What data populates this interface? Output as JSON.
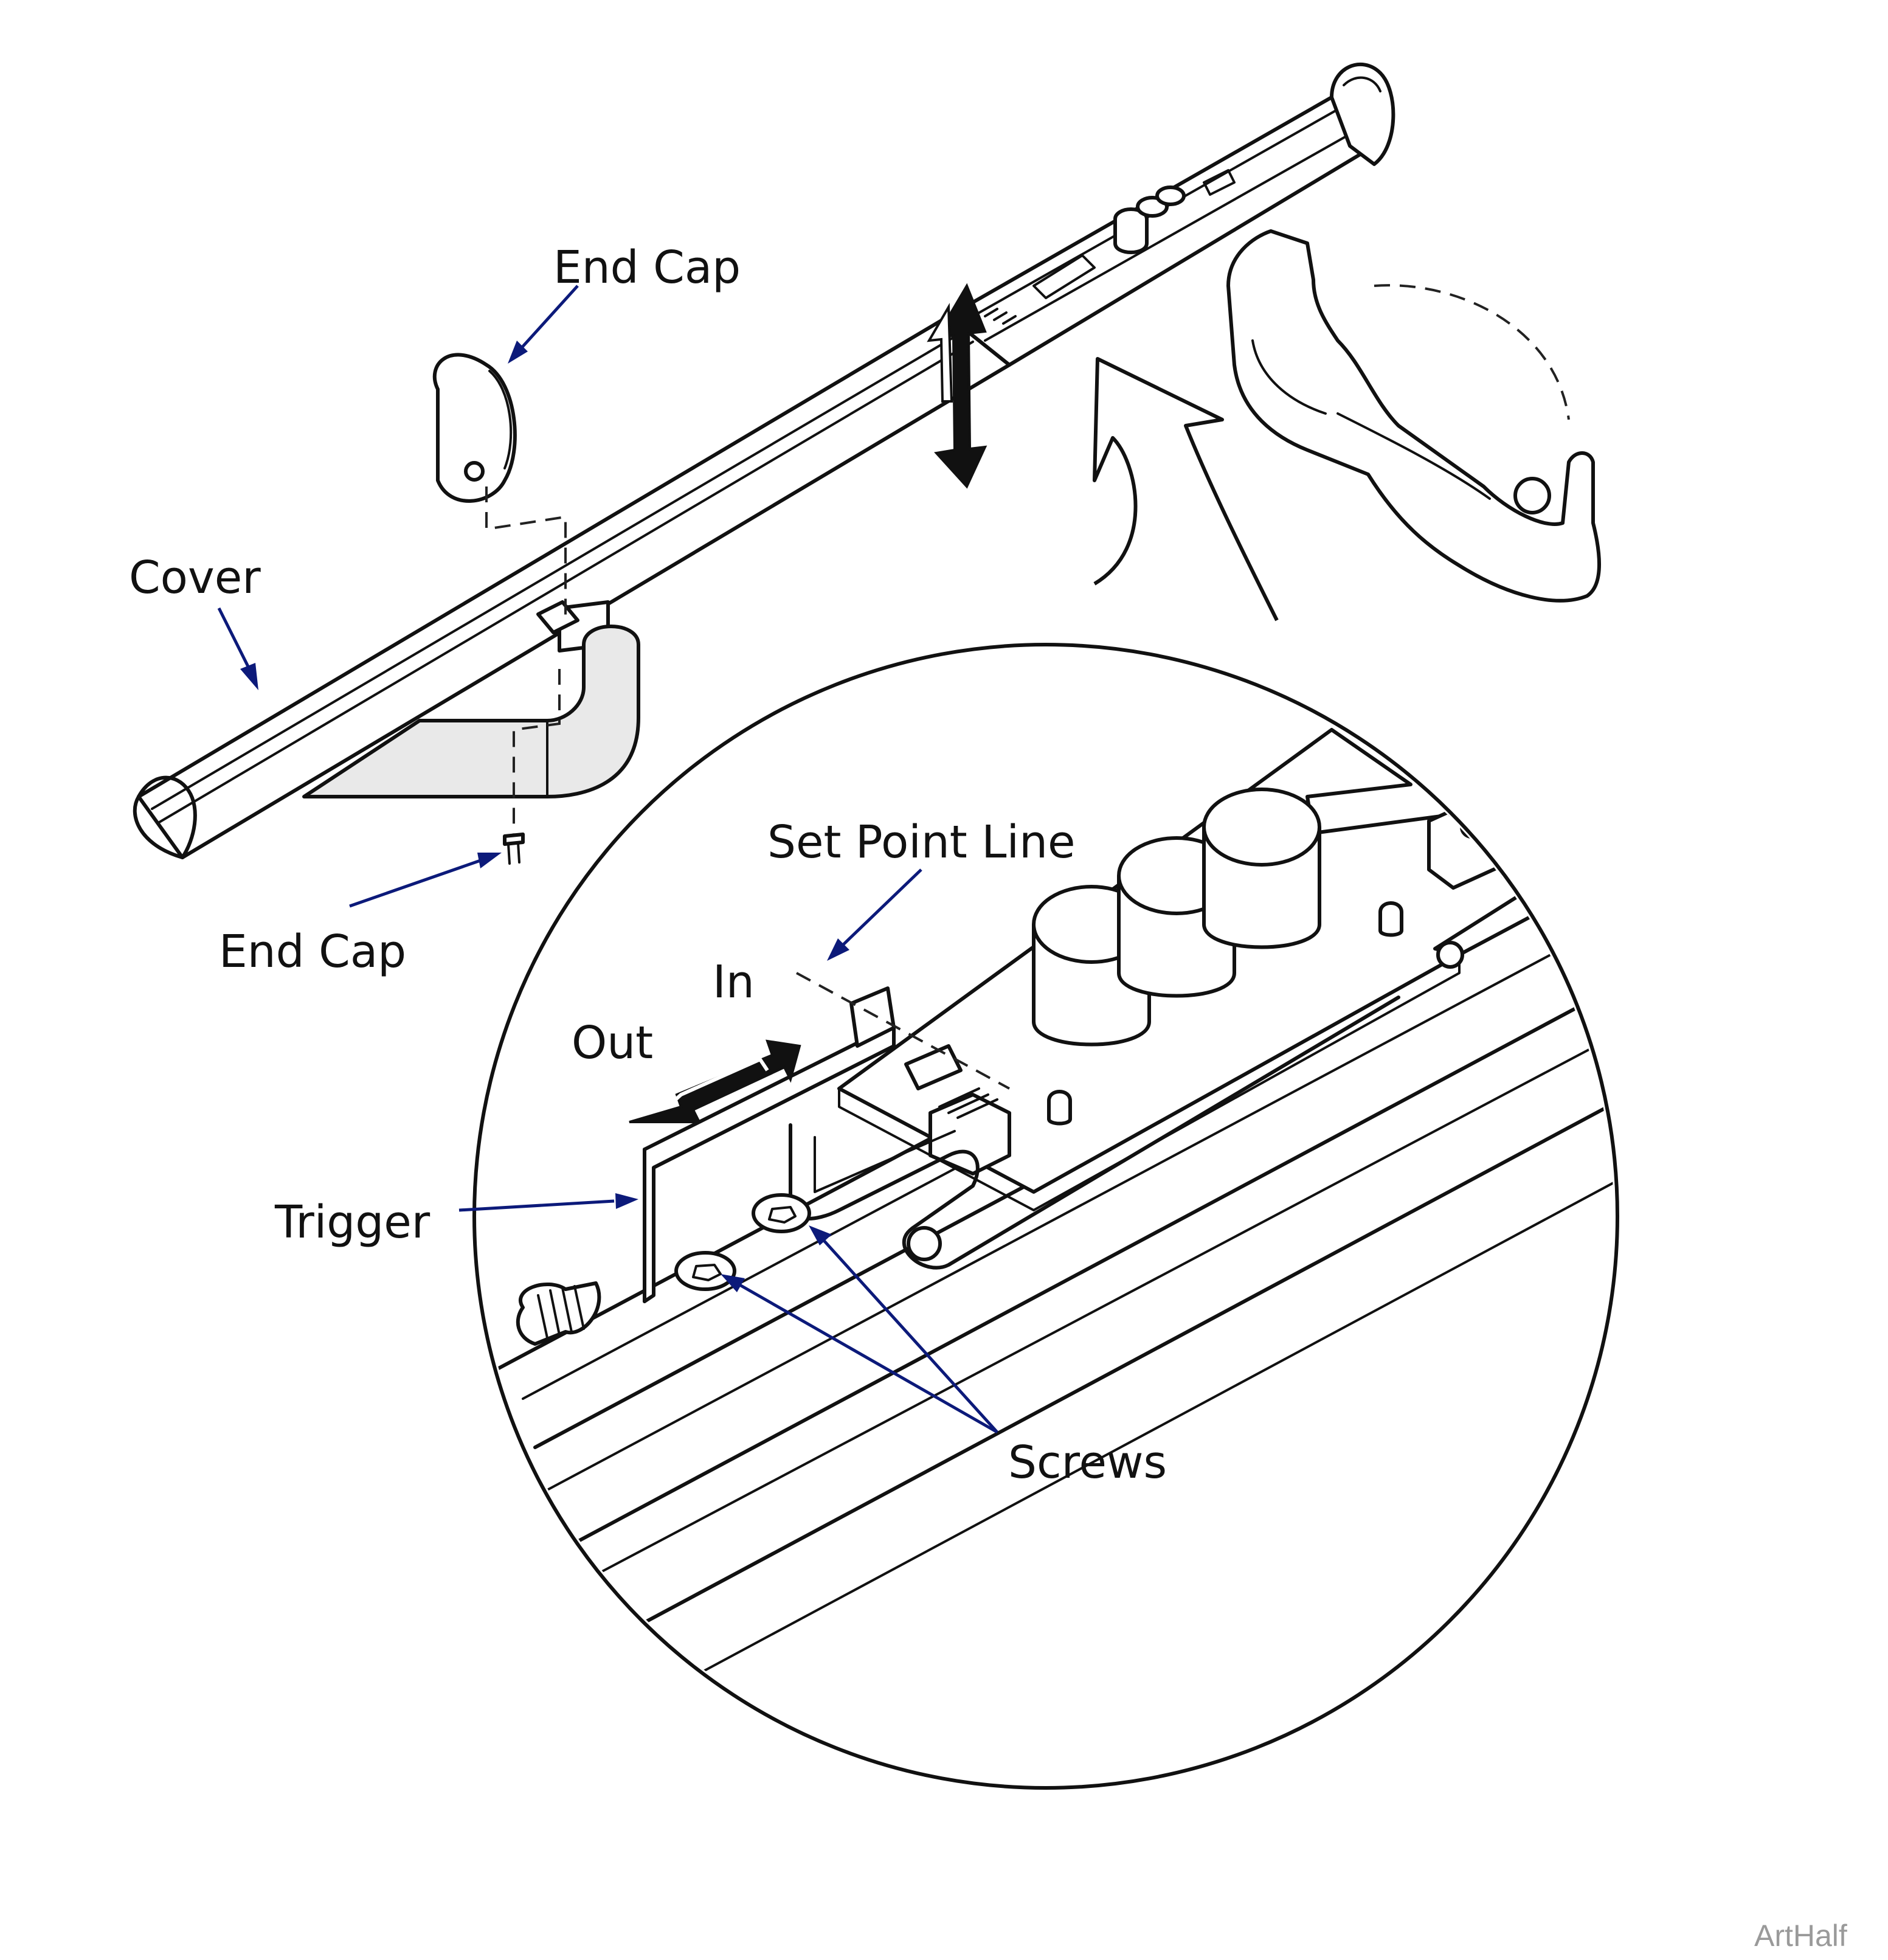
{
  "labels": {
    "end_cap_top": "End Cap",
    "cover": "Cover",
    "end_cap_bottom": "End Cap",
    "set_point_line": "Set Point Line",
    "in": "In",
    "out": "Out",
    "trigger": "Trigger",
    "screws": "Screws"
  },
  "watermark": "ArtHalf",
  "colors": {
    "callout": "#0c1a7a",
    "line": "#111111",
    "watermark": "#9a9a9a"
  }
}
